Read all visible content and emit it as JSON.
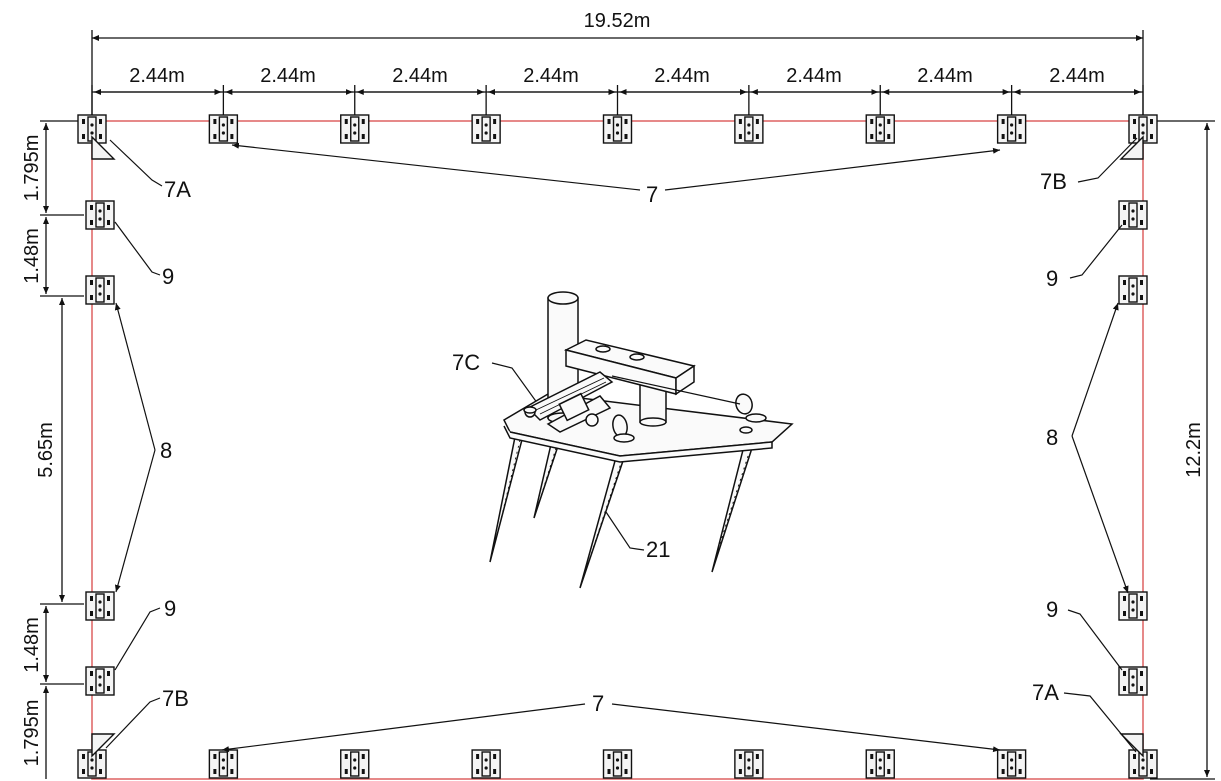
{
  "dimensions": {
    "overall_width": "19.52m",
    "segments": [
      "2.44m",
      "2.44m",
      "2.44m",
      "2.44m",
      "2.44m",
      "2.44m",
      "2.44m",
      "2.44m"
    ],
    "overall_height": "12.2m",
    "left_side": [
      "1.795m",
      "1.48m",
      "5.65m",
      "1.48m",
      "1.795m"
    ]
  },
  "labels": {
    "top_anchor": "7",
    "bottom_anchor": "7",
    "top_left_corner": "7A",
    "top_right_corner": "7B",
    "bottom_left_corner": "7B",
    "bottom_right_corner": "7A",
    "side_upper_left": "9",
    "side_upper_right": "9",
    "side_lower_left": "9",
    "side_lower_right": "9",
    "side_mid_left": "8",
    "side_mid_right": "8",
    "center_top": "7C",
    "center_spike": "21"
  }
}
